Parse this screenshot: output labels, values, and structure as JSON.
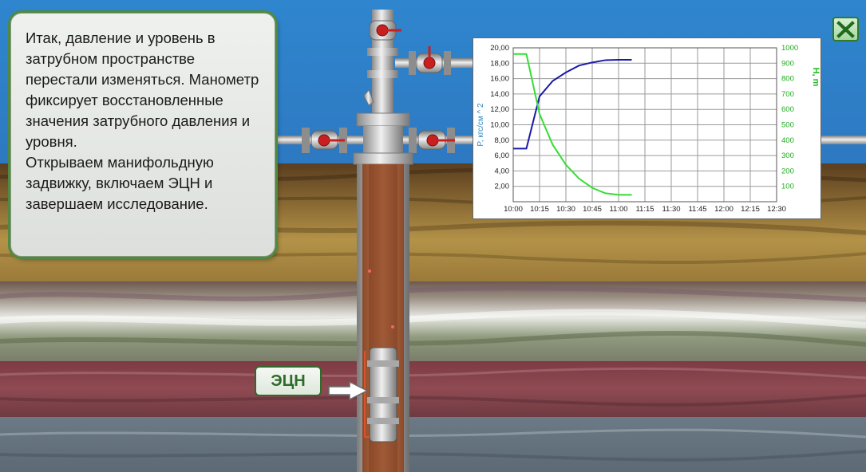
{
  "info": {
    "paragraph1": "Итак, давление и уровень в затрубном пространстве перестали изменяться. Манометр фиксирует восстановленные значения затрубного давления и уровня.",
    "paragraph2": "Открываем манифольдную задвижку, включаем ЭЦН и завершаем исследование."
  },
  "pump": {
    "label": "ЭЦН"
  },
  "close_button": {
    "icon": "close-icon"
  },
  "colors": {
    "pressure_line": "#1a1aa8",
    "level_line": "#33dd33",
    "pressure_axis": "#2e86c1",
    "level_axis": "#22bb22",
    "panel_border": "#4f8a3f"
  },
  "chart_data": {
    "type": "line",
    "categories": [
      "10:00",
      "10:15",
      "10:30",
      "10:45",
      "11:00",
      "11:15",
      "11:30",
      "11:45",
      "12:00",
      "12:15",
      "12:30"
    ],
    "left_ticks": [
      "2,00",
      "4,00",
      "6,00",
      "8,00",
      "10,00",
      "12,00",
      "14,00",
      "16,00",
      "18,00",
      "20,00"
    ],
    "right_ticks": [
      "100",
      "200",
      "300",
      "400",
      "500",
      "600",
      "700",
      "800",
      "900",
      "1000"
    ],
    "ylabel_left": "P, кгс/см ^ 2",
    "ylabel_right": "H, m",
    "ylim_left": [
      0,
      20
    ],
    "ylim_right": [
      0,
      1000
    ],
    "grid": true,
    "series": [
      {
        "axis": "left",
        "color": "#1a1aa8",
        "points": [
          [
            0,
            6.9
          ],
          [
            0.5,
            6.9
          ],
          [
            1,
            13.7
          ],
          [
            1.5,
            15.7
          ],
          [
            2,
            16.8
          ],
          [
            2.5,
            17.7
          ],
          [
            3,
            18.1
          ],
          [
            3.5,
            18.4
          ],
          [
            4,
            18.45
          ],
          [
            4.5,
            18.45
          ]
        ]
      },
      {
        "axis": "right",
        "color": "#33dd33",
        "points": [
          [
            0,
            960
          ],
          [
            0.5,
            960
          ],
          [
            1,
            570
          ],
          [
            1.5,
            370
          ],
          [
            2,
            240
          ],
          [
            2.5,
            150
          ],
          [
            3,
            90
          ],
          [
            3.5,
            55
          ],
          [
            4,
            45
          ],
          [
            4.5,
            45
          ]
        ]
      }
    ]
  }
}
